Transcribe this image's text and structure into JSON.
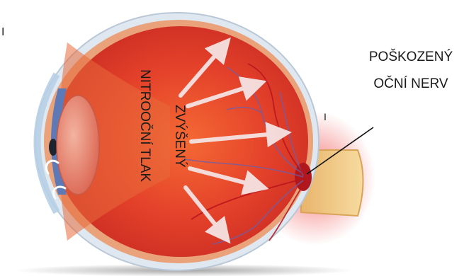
{
  "labels": {
    "left_marker": "I",
    "pressure_line1": "ZVÝŠENÝ",
    "pressure_line2": "NITROOČNÍ TLAK",
    "nerve_line1": "POŠKOZENÝ",
    "nerve_line2": "OČNÍ NERV",
    "nerve_marker": "I"
  },
  "colors": {
    "sclera": "#dfe8f0",
    "choroid": "#e9a27a",
    "retina_inner": "#e4412a",
    "lens": "#e8806a",
    "iris": "#5d79b6",
    "optic_nerve": "#f3d08c",
    "damage_glow": "#f25a5a",
    "arrow": "#f5e3e3"
  },
  "icons": {
    "pressure_arrows": "pressure-arrow-icon",
    "aqueous_flow": "flow-arrow-icon"
  }
}
